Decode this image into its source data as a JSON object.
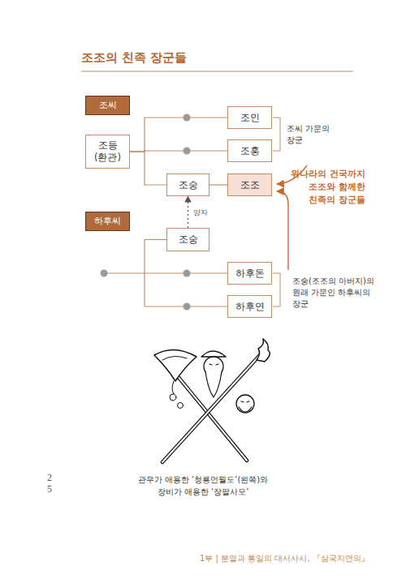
{
  "diagram": {
    "title": "조조의 친족 장군들",
    "caption": "관우가 애용한 ‘청룡언월도’(왼쪽)와 장비가 애용한 ‘장팔사모’",
    "nodes": [
      {
        "text": [
          "조씨"
        ]
      },
      {
        "text": [
          "조등 (환관)"
        ]
      },
      {
        "text": [
          "조인"
        ]
      },
      {
        "text": [
          "조홍"
        ]
      },
      {
        "text": [
          "조숭"
        ]
      },
      {
        "text": [
          "조조"
        ]
      },
      {
        "text": [
          "하후씨"
        ]
      },
      {
        "text": [
          "조숭"
        ]
      },
      {
        "text": [
          "하후돈"
        ]
      },
      {
        "text": [
          "하후연"
        ]
      }
    ],
    "edges": [
      {
        "from": 1,
        "to": 2,
        "arrow": "none"
      },
      {
        "from": 1,
        "to": 3,
        "arrow": "none"
      },
      {
        "from": 1,
        "to": 4,
        "arrow": "none"
      },
      {
        "from": 4,
        "to": 5,
        "arrow": "none"
      },
      {
        "from": 7,
        "to": 4,
        "label": "양자",
        "arrow": "to"
      }
    ],
    "labels": [
      "조씨 가문의 장군",
      "위나라의 건국까지 조조와 함께한 친족의 장군들",
      "조숭(조조의 아버지)의 원래 가문인 하후씨의 장군",
      "25",
      "1부 | 분열과 통일의 대서사시, 『삼국지연의』"
    ]
  }
}
